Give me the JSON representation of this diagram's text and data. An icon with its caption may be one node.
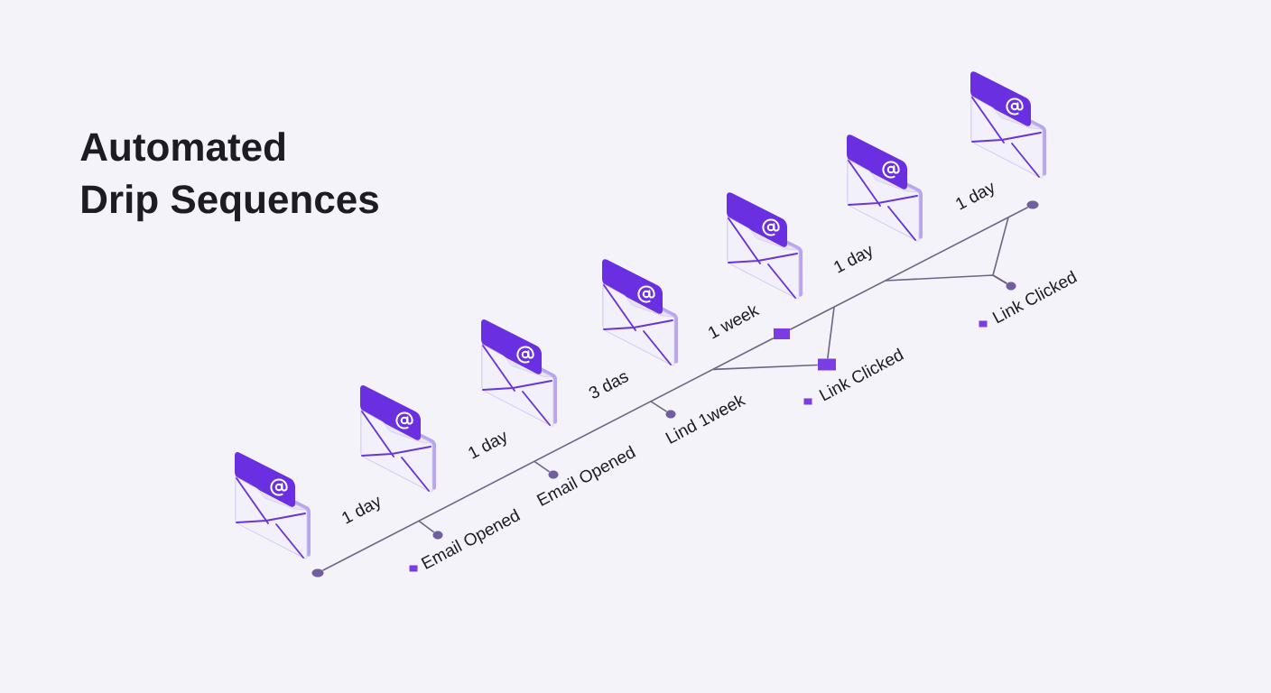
{
  "diagram": {
    "title": "Automated Drip Sequences",
    "nodes": [
      {
        "text": [],
        "shape": "picture"
      },
      {
        "text": [],
        "shape": "picture"
      },
      {
        "text": [],
        "shape": "picture"
      },
      {
        "text": [],
        "shape": "picture"
      },
      {
        "text": [],
        "shape": "picture"
      },
      {
        "text": [],
        "shape": "picture"
      },
      {
        "text": [],
        "shape": "picture"
      },
      {
        "text": [],
        "shape": "circle"
      },
      {
        "text": [],
        "shape": "circle",
        "beside": [
          "Email Opened"
        ]
      },
      {
        "text": [],
        "shape": "circle",
        "beside": [
          "Email Opened"
        ]
      },
      {
        "text": [],
        "shape": "circle",
        "beside": [
          "Lind 1week"
        ]
      },
      {
        "text": [],
        "shape": "box"
      },
      {
        "text": [],
        "shape": "box",
        "beside": [
          "Link Clicked"
        ]
      },
      {
        "text": [],
        "shape": "circle",
        "beside": [
          "Link Clicked"
        ]
      },
      {
        "text": [],
        "shape": "circle"
      }
    ],
    "edges": [
      {
        "from": 7,
        "to": 11,
        "arrow": "none"
      },
      {
        "from": 11,
        "to": 14,
        "arrow": "none"
      },
      {
        "from": null,
        "to": 8,
        "arrow": "none"
      },
      {
        "from": null,
        "to": 9,
        "arrow": "none"
      },
      {
        "from": null,
        "to": 10,
        "arrow": "none"
      },
      {
        "from": null,
        "to": 12,
        "arrow": "none"
      },
      {
        "from": null,
        "to": 12,
        "arrow": "none"
      },
      {
        "from": null,
        "to": 13,
        "arrow": "none"
      },
      {
        "from": null,
        "to": 13,
        "arrow": "none"
      }
    ],
    "labels": [
      "1 day",
      "1 day",
      "3 das",
      "1 week",
      "1 day",
      "1 day"
    ]
  }
}
